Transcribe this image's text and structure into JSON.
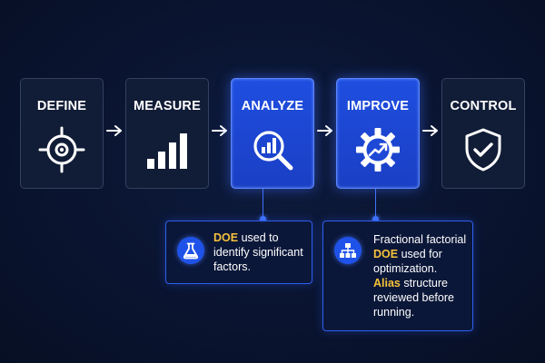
{
  "phases": [
    {
      "label": "DEFINE",
      "icon": "target-icon"
    },
    {
      "label": "MEASURE",
      "icon": "bar-chart-icon"
    },
    {
      "label": "ANALYZE",
      "icon": "magnifier-chart-icon"
    },
    {
      "label": "IMPROVE",
      "icon": "gear-trend-icon"
    },
    {
      "label": "CONTROL",
      "icon": "shield-check-icon"
    }
  ],
  "callouts": {
    "analyze": {
      "icon": "flask-icon",
      "line1_hl": "DOE",
      "line1_rest": " used to",
      "line2": "identify significant",
      "line3": "factors."
    },
    "improve": {
      "icon": "hierarchy-icon",
      "line1": "Fractional factorial",
      "line2_hl": "DOE",
      "line2_rest": " used for",
      "line3": "optimization.",
      "line4_hl": "Alias",
      "line4_rest": " structure",
      "line5": "reviewed before",
      "line6": "running."
    }
  },
  "colors": {
    "background": "#0a1430",
    "card": "#111c36",
    "card_highlight": "#1f4ee0",
    "accent": "#3f74ff",
    "highlight_text": "#f6c23a"
  }
}
